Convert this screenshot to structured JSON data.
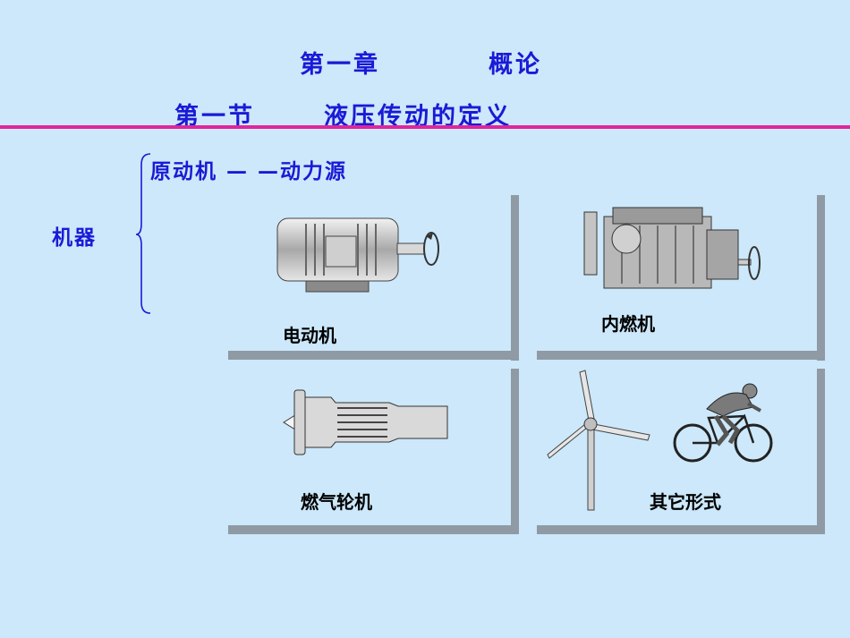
{
  "header": {
    "chapter": "第一章",
    "chapter_topic": "概论",
    "section": "第一节",
    "section_topic": "液压传动的定义"
  },
  "classification": {
    "root": "机器",
    "branch": "原动机 — —动力源"
  },
  "panels": [
    {
      "caption": "电动机",
      "icon": "electric-motor-icon"
    },
    {
      "caption": "内燃机",
      "icon": "combustion-engine-icon"
    },
    {
      "caption": "燃气轮机",
      "icon": "gas-turbine-icon"
    },
    {
      "caption": "其它形式",
      "icon": "wind-turbine-and-cyclist-icon"
    }
  ],
  "colors": {
    "background": "#cce8fa",
    "title_blue": "#1a1ad6",
    "rule_magenta": "#e1259c",
    "panel_edge": "#8f9aa5"
  }
}
